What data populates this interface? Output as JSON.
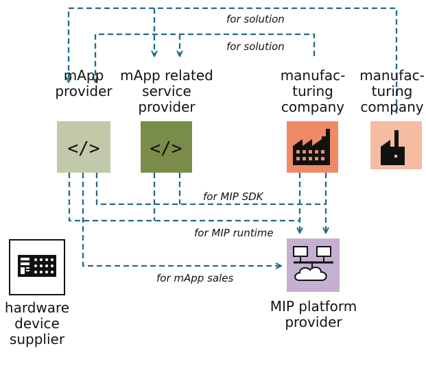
{
  "actors": {
    "mapp_provider": {
      "label": "mApp\nprovider",
      "icon": "code-icon",
      "color": "#c2c9a8"
    },
    "mapp_service_provider": {
      "label": "mApp related\nservice\nprovider",
      "icon": "code-icon",
      "color": "#7a8c49"
    },
    "manufacturing_company_1": {
      "label": "manufac-\nturing\ncompany",
      "icon": "factory-icon",
      "color": "#ee8a65"
    },
    "manufacturing_company_2": {
      "label": "manufac-\nturing\ncompany",
      "icon": "factory-icon",
      "color": "#f5bca1"
    },
    "hardware_supplier": {
      "label": "hardware\ndevice\nsupplier",
      "icon": "hardware-device-icon",
      "color": "#ffffff"
    },
    "mip_platform_provider": {
      "label": "MIP platform\nprovider",
      "icon": "network-cloud-icon",
      "color": "#c5b0d1"
    }
  },
  "code_symbol": "</>",
  "flows": {
    "solution_top": "for solution",
    "solution_second": "for solution",
    "mip_sdk": "for MIP SDK",
    "mip_runtime": "for MIP runtime",
    "mapp_sales": "for mApp  sales"
  },
  "colors": {
    "arrow": "#1f6b8a",
    "icon_dark": "#111111"
  }
}
